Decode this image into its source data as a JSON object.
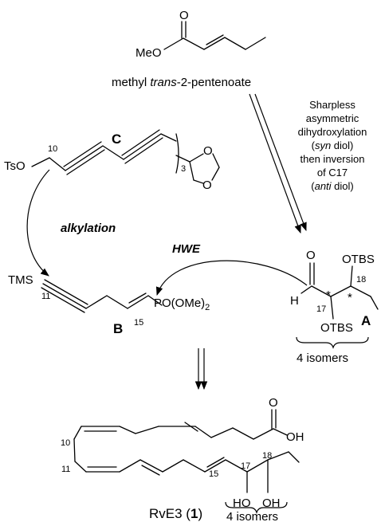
{
  "ester": {
    "o_atom": "O",
    "meo_label": "MeO",
    "name_prefix": "methyl ",
    "name_italic": "trans",
    "name_suffix": "-2-pentenoate"
  },
  "conditions": {
    "line1": "Sharpless",
    "line2": "asymmetric",
    "line3": "dihydroxylation",
    "line4_open": "(",
    "line4_italic": "syn",
    "line4_close": " diol)",
    "line5": "then inversion",
    "line6": "of C17",
    "line7_open": "(",
    "line7_italic": "anti",
    "line7_close": " diol)"
  },
  "fragment_c": {
    "label": "C",
    "tso": "TsO",
    "c10": "10",
    "subscript": "3",
    "o_top": "O",
    "o_bottom": "O"
  },
  "alkylation_label": "alkylation",
  "hwe_label": "HWE",
  "fragment_b": {
    "label": "B",
    "tms": "TMS",
    "c11": "11",
    "c15": "15",
    "phosphonate": "PO(OMe)",
    "phosphonate_sub": "2"
  },
  "fragment_a": {
    "label": "A",
    "o_aldehyde": "O",
    "h_atom": "H",
    "otbs_top": "OTBS",
    "otbs_bottom": "OTBS",
    "c17": "17",
    "c18": "18",
    "star1": "*",
    "star2": "*",
    "isomers": "4 isomers"
  },
  "product": {
    "o_top": "O",
    "oh": "OH",
    "c10": "10",
    "c11": "11",
    "c15": "15",
    "c17": "17",
    "c18": "18",
    "ho": "HO",
    "oh2": "OH",
    "name": "RvE3 (",
    "name_bold": "1",
    "name_close": ")",
    "isomers": "4 isomers"
  }
}
